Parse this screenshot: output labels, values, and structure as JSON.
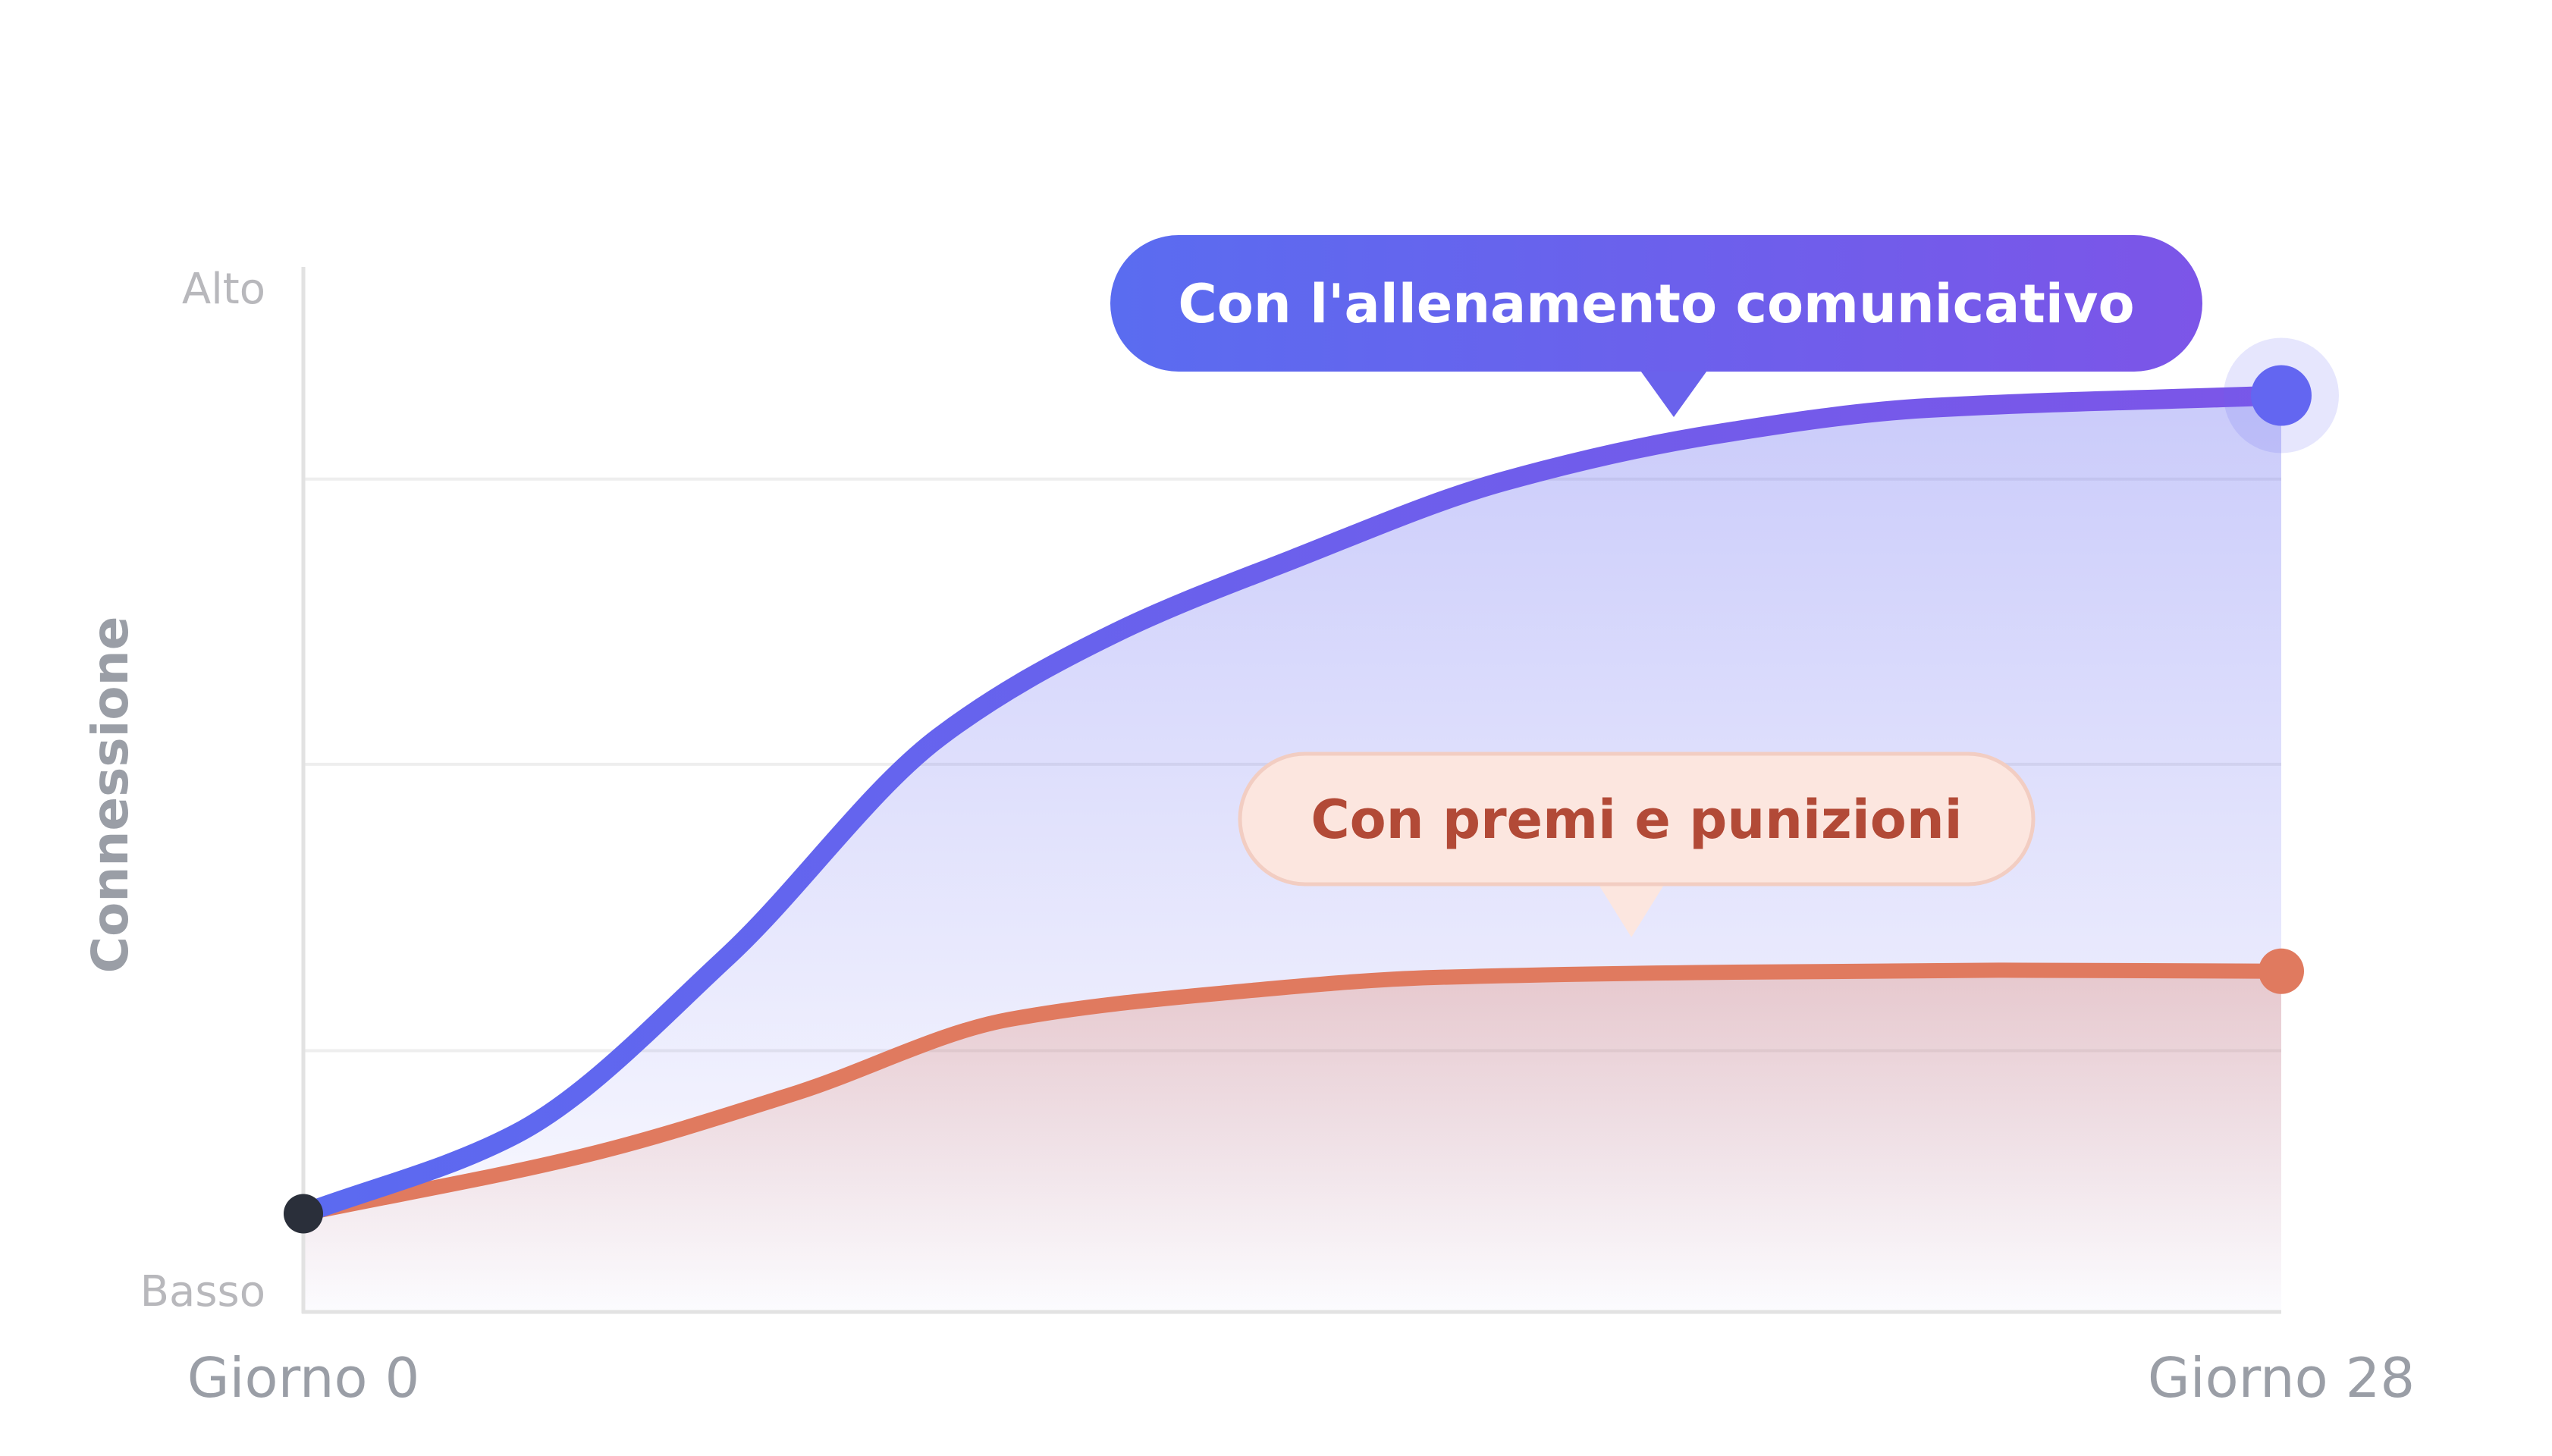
{
  "chart_data": {
    "type": "line",
    "xlabel": "",
    "ylabel": "Connessione",
    "x_range": [
      0,
      28
    ],
    "y_range": [
      0,
      100
    ],
    "x_tick_labels": [
      {
        "x": 0,
        "label": "Giorno 0"
      },
      {
        "x": 28,
        "label": "Giorno 28"
      }
    ],
    "y_tick_labels": [
      {
        "y": 0,
        "label": "Basso"
      },
      {
        "y": 100,
        "label": "Alto"
      }
    ],
    "gridlines_y": [
      25,
      52.4,
      79.7
    ],
    "grid": true,
    "series": [
      {
        "key": "communication",
        "name": "Con l'allenamento comunicativo",
        "color": "#6366f1",
        "color_end": "#7c55e8",
        "end_marker_halo": true,
        "points": [
          [
            0,
            9.4
          ],
          [
            3,
            17
          ],
          [
            6,
            34
          ],
          [
            9,
            55
          ],
          [
            11.5,
            65
          ],
          [
            14,
            72
          ],
          [
            17,
            79.5
          ],
          [
            20,
            84
          ],
          [
            23,
            86.5
          ],
          [
            28,
            87.7
          ]
        ],
        "fill": true
      },
      {
        "key": "rewards",
        "name": "Con premi e punizioni",
        "color": "#e07a5f",
        "points": [
          [
            0,
            9.4
          ],
          [
            4,
            15
          ],
          [
            7,
            21
          ],
          [
            10,
            28
          ],
          [
            13,
            30.5
          ],
          [
            16,
            32
          ],
          [
            20,
            32.5
          ],
          [
            24,
            32.7
          ],
          [
            28,
            32.6
          ]
        ],
        "fill": true
      }
    ],
    "start_point": {
      "x": 0,
      "y": 9.4,
      "color": "#2a2f3a"
    },
    "annotations": [
      {
        "series": "communication",
        "text": "Con l'allenamento comunicativo",
        "anchor_x": 19.4,
        "style": "filled",
        "bg_start": "#5a6cf0",
        "bg_end": "#7c55e8",
        "text_color": "#ffffff"
      },
      {
        "series": "rewards",
        "text": "Con premi e punizioni",
        "anchor_x": 18.8,
        "style": "soft",
        "bg": "#fce6df",
        "border": "#f2cdc2",
        "text_color": "#b24a37"
      }
    ]
  }
}
